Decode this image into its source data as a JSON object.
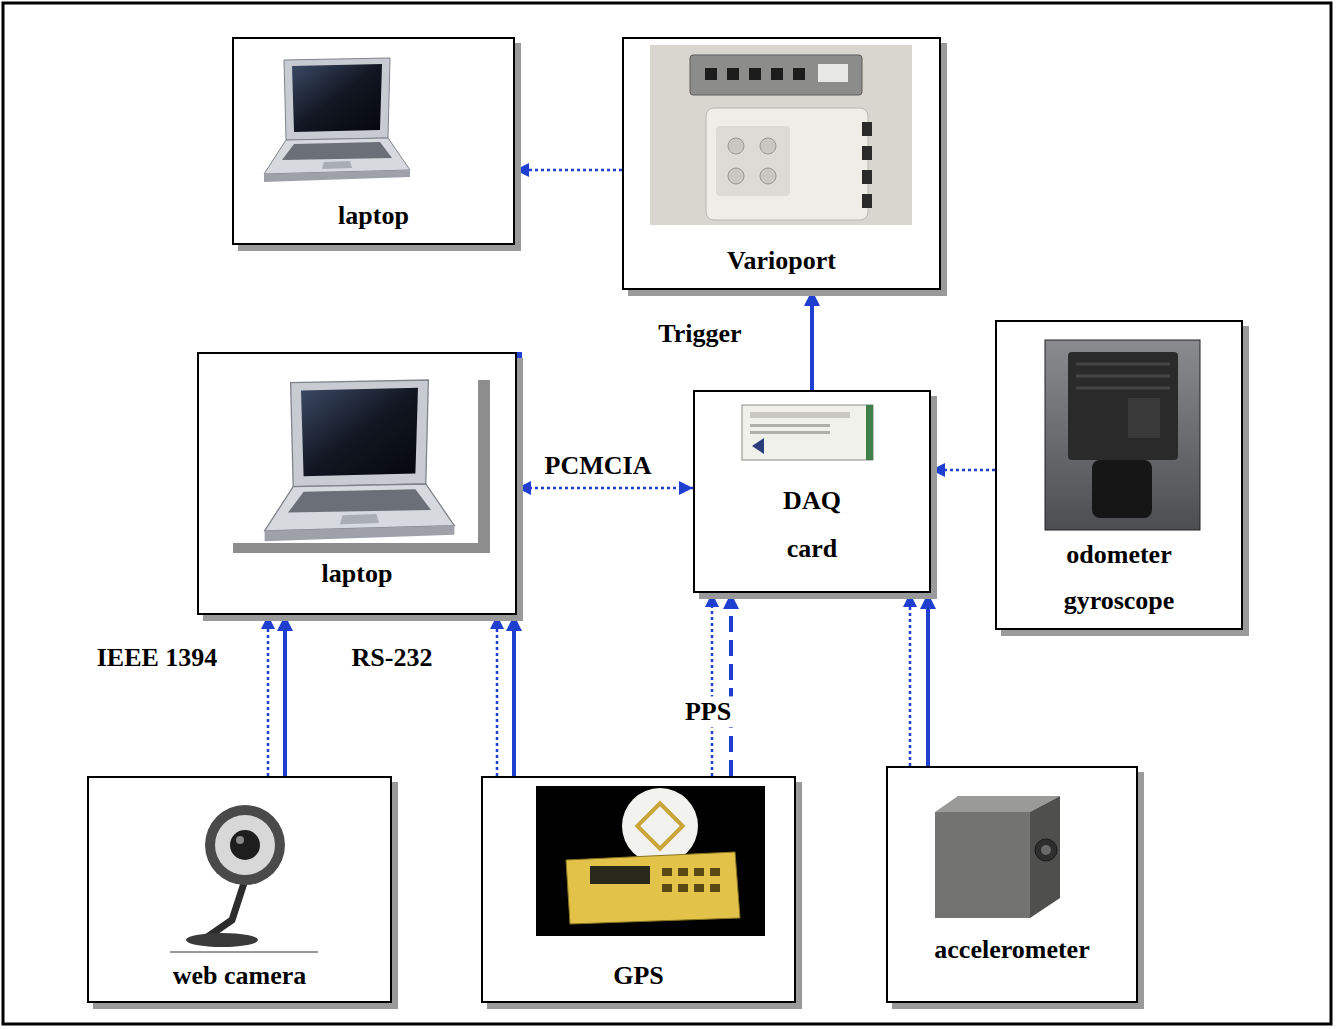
{
  "diagram": {
    "nodes": [
      {
        "text": [
          "laptop"
        ]
      },
      {
        "text": [
          "Varioport"
        ]
      },
      {
        "text": [
          "laptop"
        ]
      },
      {
        "text": [
          "DAQ card"
        ]
      },
      {
        "text": [
          "odometer gyroscope"
        ]
      },
      {
        "text": [
          "web camera"
        ]
      },
      {
        "text": [
          "GPS"
        ]
      },
      {
        "text": [
          "accelerometer"
        ]
      }
    ],
    "edges": [
      {
        "from": 1,
        "to": 0,
        "arrow": "to"
      },
      {
        "from": 3,
        "to": 1,
        "label": "Trigger",
        "arrow": "to"
      },
      {
        "from": 2,
        "to": 3,
        "label": "PCMCIA",
        "arrow": "both"
      },
      {
        "from": 4,
        "to": 3,
        "arrow": "to"
      },
      {
        "from": 5,
        "to": 2,
        "label": "IEEE 1394",
        "arrow": "to"
      },
      {
        "from": 5,
        "to": 2,
        "arrow": "to"
      },
      {
        "from": 6,
        "to": 2,
        "label": "RS-232",
        "arrow": "to"
      },
      {
        "from": 6,
        "to": 2,
        "arrow": "to"
      },
      {
        "from": 6,
        "to": 3,
        "label": "PPS",
        "arrow": "to"
      },
      {
        "from": 6,
        "to": 3,
        "arrow": "to"
      },
      {
        "from": 7,
        "to": 3,
        "arrow": "to"
      },
      {
        "from": 7,
        "to": 3,
        "arrow": "to"
      }
    ]
  }
}
